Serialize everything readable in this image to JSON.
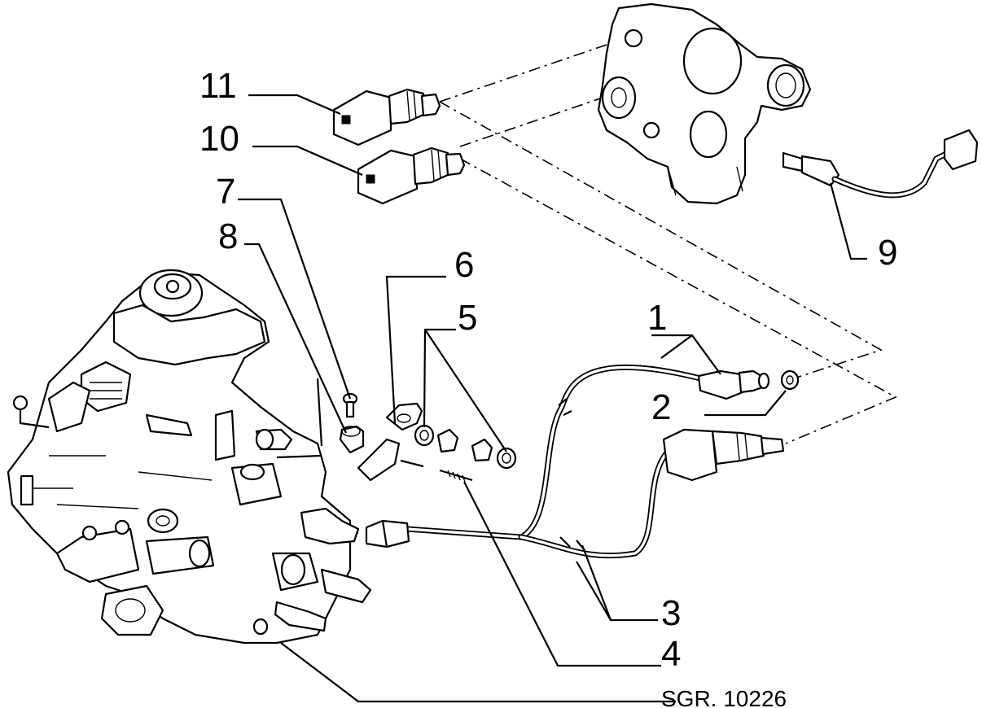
{
  "callouts": {
    "c1": "1",
    "c2": "2",
    "c3": "3",
    "c4": "4",
    "c5": "5",
    "c6": "6",
    "c7": "7",
    "c8": "8",
    "c9": "9",
    "c10": "10",
    "c11": "11"
  },
  "reference": "SGR. 10226"
}
